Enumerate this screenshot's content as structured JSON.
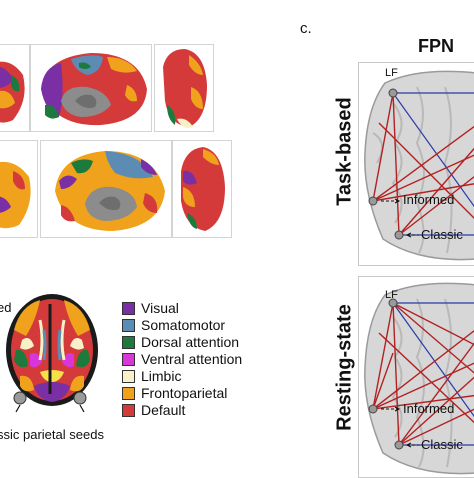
{
  "panel_c": {
    "label": "c.",
    "title": "FPN",
    "rows": [
      {
        "label": "Task-based",
        "node_label": "LF",
        "informed_label": "Informed",
        "classic_label": "Classic"
      },
      {
        "label": "Resting-state",
        "node_label": "LF",
        "informed_label": "Informed",
        "classic_label": "Classic"
      }
    ]
  },
  "legend": {
    "items": [
      {
        "label": "Visual",
        "color": "#7b2fa5"
      },
      {
        "label": "Somatomotor",
        "color": "#5c8cb4"
      },
      {
        "label": "Dorsal attention",
        "color": "#1e7a3c"
      },
      {
        "label": "Ventral attention",
        "color": "#d836d8"
      },
      {
        "label": "Limbic",
        "color": "#f7f0c8"
      },
      {
        "label": "Frontoparietal",
        "color": "#f0a21c"
      },
      {
        "label": "Default",
        "color": "#d43a3a"
      }
    ]
  },
  "panel_b": {
    "partial_label": "ed",
    "seeds_label": "ssic parietal seeds"
  },
  "colors": {
    "red_line": "#b22222",
    "blue_line": "#2a3aa8",
    "surface_gray": "#8c8c8c"
  }
}
